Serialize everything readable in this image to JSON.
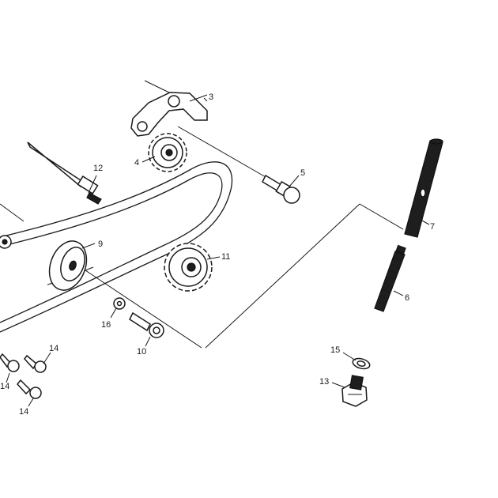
{
  "callouts": {
    "c3": "3",
    "c4": "4",
    "c5": "5",
    "c6": "6",
    "c7": "7",
    "c9": "9",
    "c10": "10",
    "c11": "11",
    "c12": "12",
    "c13": "13",
    "c14a": "14",
    "c14b": "14",
    "c14c": "14",
    "c15": "15",
    "c16": "16"
  },
  "colors": {
    "ink": "#1a1a1a",
    "part_dark": "#1e1e1e",
    "background": "#ffffff"
  }
}
